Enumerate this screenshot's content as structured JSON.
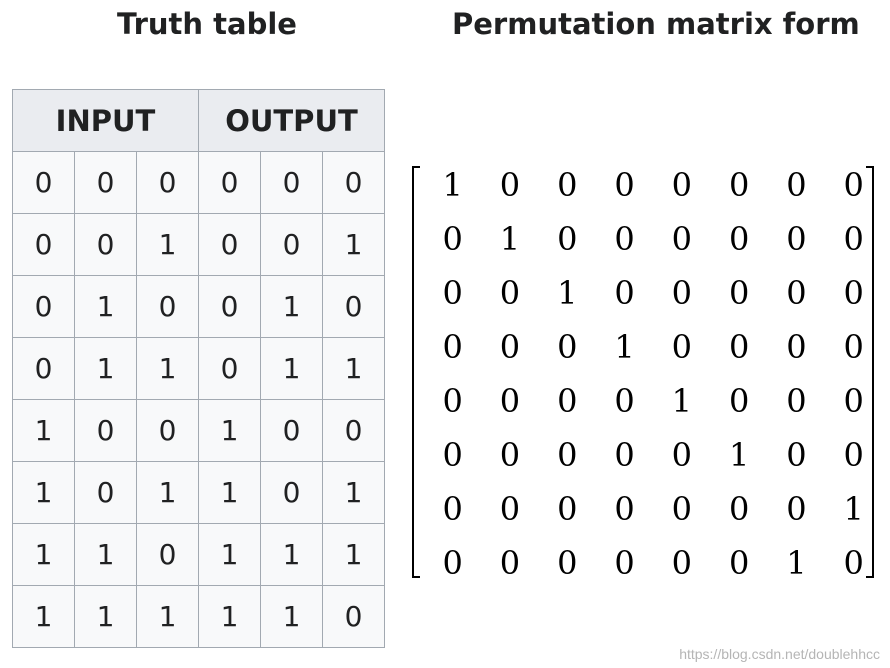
{
  "titles": {
    "truth_table": "Truth table",
    "permutation": "Permutation matrix form"
  },
  "truth_table": {
    "headers": [
      "INPUT",
      "OUTPUT"
    ],
    "rows": [
      [
        "0",
        "0",
        "0",
        "0",
        "0",
        "0"
      ],
      [
        "0",
        "0",
        "1",
        "0",
        "0",
        "1"
      ],
      [
        "0",
        "1",
        "0",
        "0",
        "1",
        "0"
      ],
      [
        "0",
        "1",
        "1",
        "0",
        "1",
        "1"
      ],
      [
        "1",
        "0",
        "0",
        "1",
        "0",
        "0"
      ],
      [
        "1",
        "0",
        "1",
        "1",
        "0",
        "1"
      ],
      [
        "1",
        "1",
        "0",
        "1",
        "1",
        "1"
      ],
      [
        "1",
        "1",
        "1",
        "1",
        "1",
        "0"
      ]
    ]
  },
  "matrix": [
    [
      "1",
      "0",
      "0",
      "0",
      "0",
      "0",
      "0",
      "0"
    ],
    [
      "0",
      "1",
      "0",
      "0",
      "0",
      "0",
      "0",
      "0"
    ],
    [
      "0",
      "0",
      "1",
      "0",
      "0",
      "0",
      "0",
      "0"
    ],
    [
      "0",
      "0",
      "0",
      "1",
      "0",
      "0",
      "0",
      "0"
    ],
    [
      "0",
      "0",
      "0",
      "0",
      "1",
      "0",
      "0",
      "0"
    ],
    [
      "0",
      "0",
      "0",
      "0",
      "0",
      "1",
      "0",
      "0"
    ],
    [
      "0",
      "0",
      "0",
      "0",
      "0",
      "0",
      "0",
      "1"
    ],
    [
      "0",
      "0",
      "0",
      "0",
      "0",
      "0",
      "1",
      "0"
    ]
  ],
  "watermark": "https://blog.csdn.net/doublehhcc"
}
